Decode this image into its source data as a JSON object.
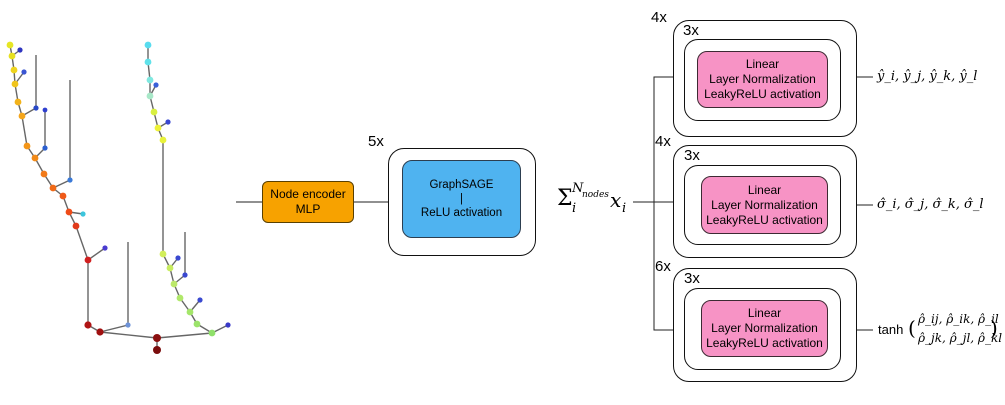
{
  "encoder": {
    "line1": "Node encoder",
    "line2": "MLP"
  },
  "gnn": {
    "repeat": "5x",
    "line1": "GraphSAGE",
    "line2": "|",
    "line3": "ReLU activation"
  },
  "pooling": {
    "sigma": "Σ",
    "index": "i",
    "upper": "N",
    "upper_sub": "nodes",
    "var": "x",
    "var_sub": "i"
  },
  "heads": [
    {
      "outer_repeat": "4x",
      "inner_repeat": "3x",
      "lines": [
        "Linear",
        "Layer Normalization",
        "LeakyReLU activation"
      ],
      "output": "ŷ_i, ŷ_j, ŷ_k, ŷ_l"
    },
    {
      "outer_repeat": "4x",
      "inner_repeat": "3x",
      "lines": [
        "Linear",
        "Layer Normalization",
        "LeakyReLU activation"
      ],
      "output": "σ̂_i, σ̂_j, σ̂_k, σ̂_l"
    },
    {
      "outer_repeat": "6x",
      "inner_repeat": "3x",
      "lines": [
        "Linear",
        "Layer Normalization",
        "LeakyReLU activation"
      ],
      "output_fn": "tanh",
      "output_row1": "ρ̂_ij, ρ̂_ik, ρ̂_il",
      "output_row2": "ρ̂_jk, ρ̂_jl, ρ̂_kl"
    }
  ],
  "colors": {
    "encoder": "#f7a200",
    "gnn": "#4fb3f0",
    "head": "#f793c5",
    "edge": "#666666"
  }
}
